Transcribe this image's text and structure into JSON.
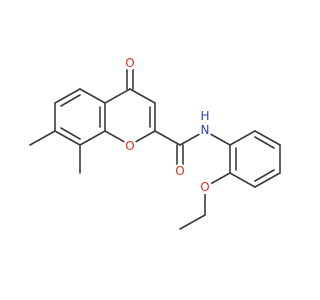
{
  "molecule": {
    "atoms": {
      "carbonyl_oxygen_ring": "O",
      "ring_oxygen": "O",
      "amide_oxygen": "O",
      "amide_nitrogen": "N",
      "amide_hydrogen": "H",
      "ether_oxygen": "O"
    },
    "colors": {
      "bond": "#3a3a3a",
      "oxygen": "#e0301e",
      "nitrogen": "#2a3fbf",
      "background": "#ffffff"
    }
  }
}
